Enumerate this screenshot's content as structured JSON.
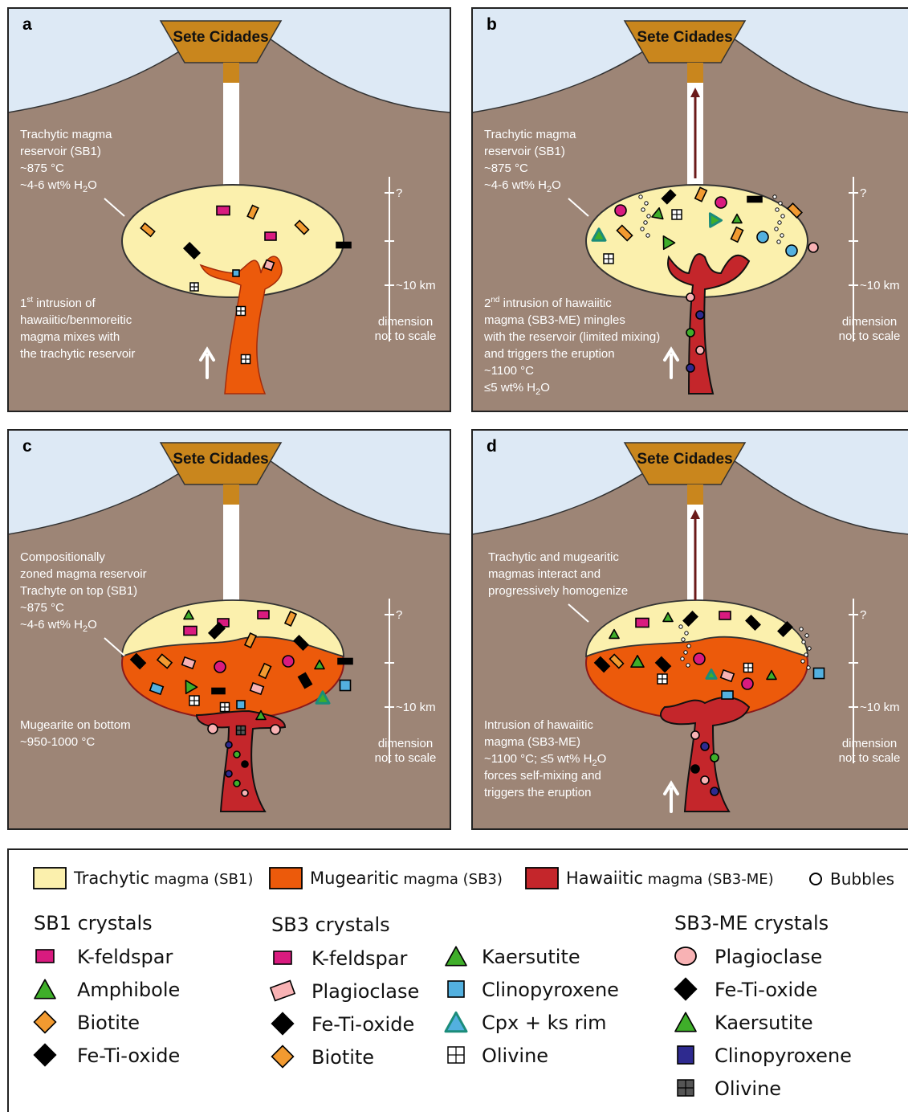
{
  "colors": {
    "sky": "#dde9f5",
    "ground": "#9d8576",
    "trachyte": "#fbf0ad",
    "mugearite": "#ec5a0b",
    "hawaiite": "#c4262b",
    "vent": "#c9861d",
    "kfeldspar": "#d91b7f",
    "amphibole": "#3fae2a",
    "biotite": "#f29a30",
    "feti": "#000000",
    "plagioclase": "#f8b2b4",
    "cpx": "#53b0df",
    "ks_rim": "#1b8c7a",
    "sb3me_cpx": "#2e2a8f",
    "sb3me_olivine": "#555555",
    "arrow_up": "#6b1a1a"
  },
  "panels": [
    {
      "letter": "a",
      "volcano": "Sete Cidades",
      "desc_top": [
        "Trachytic magma",
        "reservoir (SB1)",
        "~875 °C",
        "~4-6 wt% H2O"
      ],
      "desc_bottom": [
        "1st intrusion of",
        "hawaiitic/benmoreitic",
        "magma mixes with",
        "the trachytic reservoir"
      ],
      "scale_top": "?",
      "scale_bottom": "~10 km",
      "scale_note": [
        "dimension",
        "not to scale"
      ]
    },
    {
      "letter": "b",
      "volcano": "Sete Cidades",
      "desc_top": [
        "Trachytic magma",
        "reservoir (SB1)",
        "~875 °C",
        "~4-6 wt% H2O"
      ],
      "desc_bottom": [
        "2nd intrusion of hawaiitic",
        "magma (SB3-ME) mingles",
        "with the reservoir (limited mixing)",
        "and triggers the eruption",
        "~1100 °C",
        "≤5 wt% H2O"
      ],
      "scale_top": "?",
      "scale_bottom": "~10 km",
      "scale_note": [
        "dimension",
        "not to scale"
      ]
    },
    {
      "letter": "c",
      "volcano": "Sete Cidades",
      "desc_top": [
        "Compositionally",
        "zoned magma reservoir",
        "Trachyte on top (SB1)",
        "~875 °C",
        "~4-6 wt% H2O"
      ],
      "desc_bottom": [
        "Mugearite on bottom",
        "~950-1000 °C"
      ],
      "scale_top": "?",
      "scale_bottom": "~10 km",
      "scale_note": [
        "dimension",
        "not to scale"
      ]
    },
    {
      "letter": "d",
      "volcano": "Sete Cidades",
      "desc_top": [
        "Trachytic and mugearitic",
        "magmas interact and",
        "progressively homogenize"
      ],
      "desc_bottom": [
        "Intrusion of hawaiitic",
        "magma (SB3-ME)",
        "~1100 °C; ≤5 wt% H2O",
        "forces self-mixing and",
        "triggers the eruption"
      ],
      "scale_top": "?",
      "scale_bottom": "~10 km",
      "scale_note": [
        "dimension",
        "not to scale"
      ]
    }
  ],
  "legend": {
    "magmas": [
      {
        "bold": "Trachytic",
        "rest": " magma (SB1)"
      },
      {
        "bold": "Mugearitic",
        "rest": " magma (SB3)"
      },
      {
        "bold": "Hawaiitic",
        "rest": " magma (SB3-ME)"
      }
    ],
    "bubbles": "Bubbles",
    "sb1_title": "SB1 crystals",
    "sb1_items": [
      "K-feldspar",
      "Amphibole",
      "Biotite",
      "Fe-Ti-oxide"
    ],
    "sb3_title": "SB3 crystals",
    "sb3_items_col1": [
      "K-feldspar",
      "Plagioclase",
      "Fe-Ti-oxide",
      "Biotite"
    ],
    "sb3_items_col2": [
      "Kaersutite",
      "Clinopyroxene",
      "Cpx + ks rim",
      "Olivine"
    ],
    "sb3me_title": "SB3-ME crystals",
    "sb3me_items": [
      "Plagioclase",
      "Fe-Ti-oxide",
      "Kaersutite",
      "Clinopyroxene",
      "Olivine"
    ]
  }
}
